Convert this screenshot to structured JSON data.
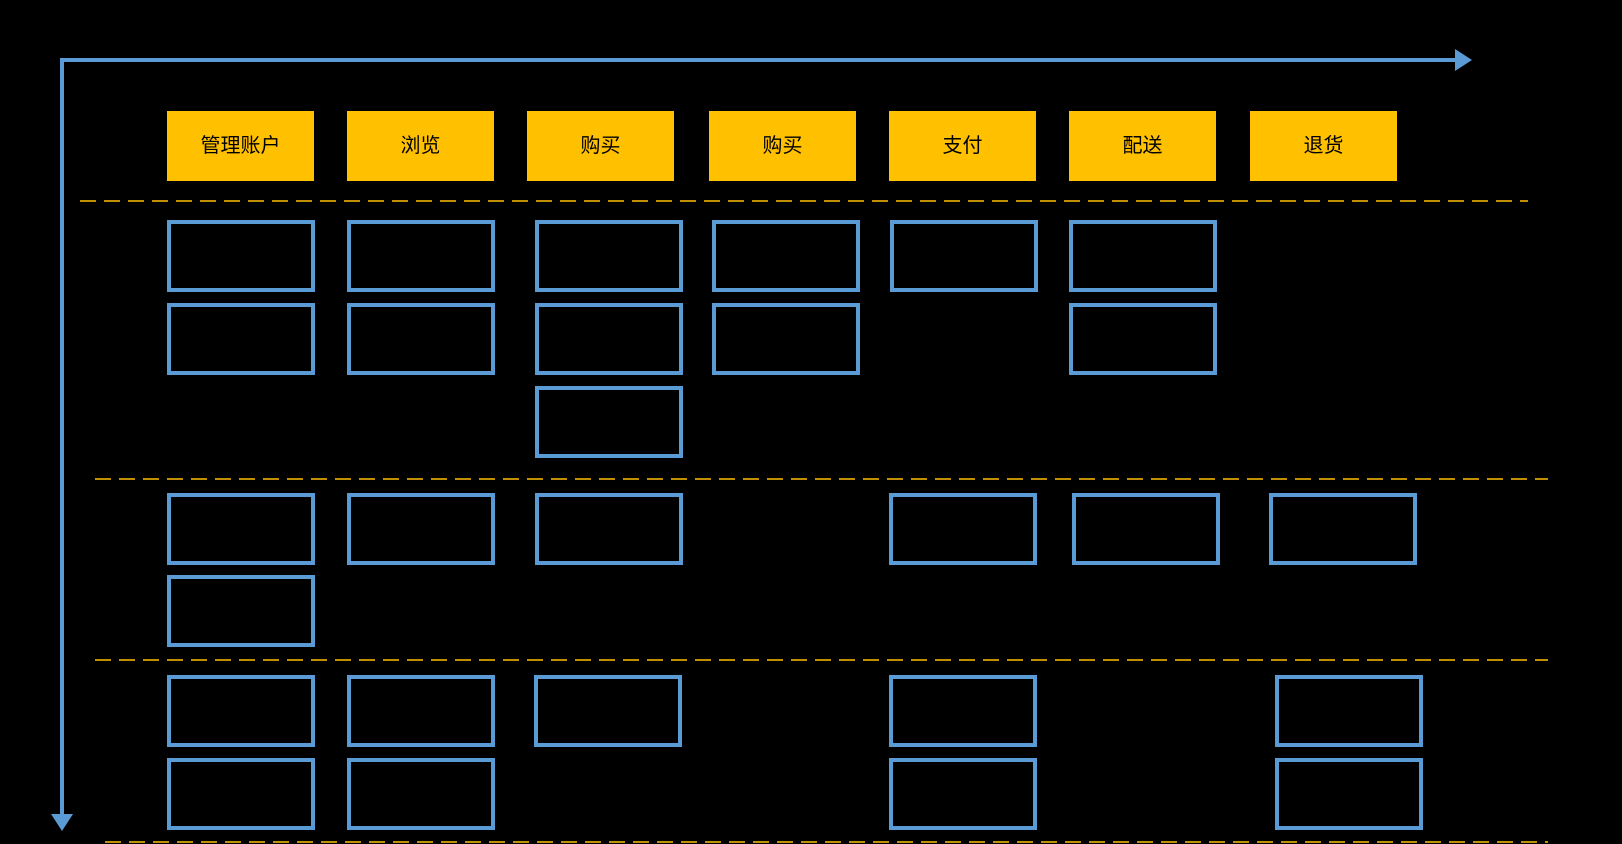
{
  "diagram": {
    "type": "user-story-map",
    "phases": [
      {
        "label": "管理账户"
      },
      {
        "label": "浏览"
      },
      {
        "label": "购买"
      },
      {
        "label": "购买"
      },
      {
        "label": "支付"
      },
      {
        "label": "配送"
      },
      {
        "label": "退货"
      }
    ],
    "bands": [
      {
        "id": "band-1",
        "cards_per_phase": [
          2,
          2,
          3,
          2,
          1,
          2,
          0
        ]
      },
      {
        "id": "band-2",
        "cards_per_phase": [
          2,
          1,
          1,
          0,
          1,
          1,
          1
        ]
      },
      {
        "id": "band-3",
        "cards_per_phase": [
          2,
          2,
          1,
          0,
          2,
          0,
          2
        ]
      }
    ],
    "cards_have_text": false
  },
  "colors": {
    "background": "#000000",
    "phase_fill": "#FFC000",
    "phase_text": "#000000",
    "card_border": "#5B9BD5",
    "arrow": "#5B9BD5",
    "divider": "#BF9000"
  }
}
